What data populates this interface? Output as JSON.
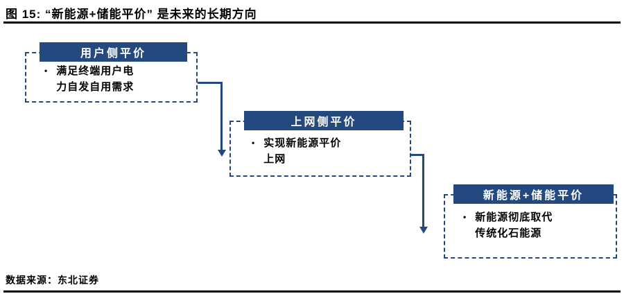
{
  "title": "图 15: “新能源+储能平价” 是未来的长期方向",
  "footer": {
    "source_label": "数据来源：东北证券"
  },
  "colors": {
    "navy": "#24497F",
    "rule": "#000000"
  },
  "icons": {
    "bullet": "•"
  },
  "steps": [
    {
      "header": "用户侧平价",
      "lines": [
        "满足终端用户电",
        "力自发自用需求"
      ]
    },
    {
      "header": "上网侧平价",
      "lines": [
        "实现新能源平价",
        "上网"
      ]
    },
    {
      "header": "新能源+储能平价",
      "lines": [
        "新能源彻底取代",
        "传统化石能源"
      ]
    }
  ]
}
